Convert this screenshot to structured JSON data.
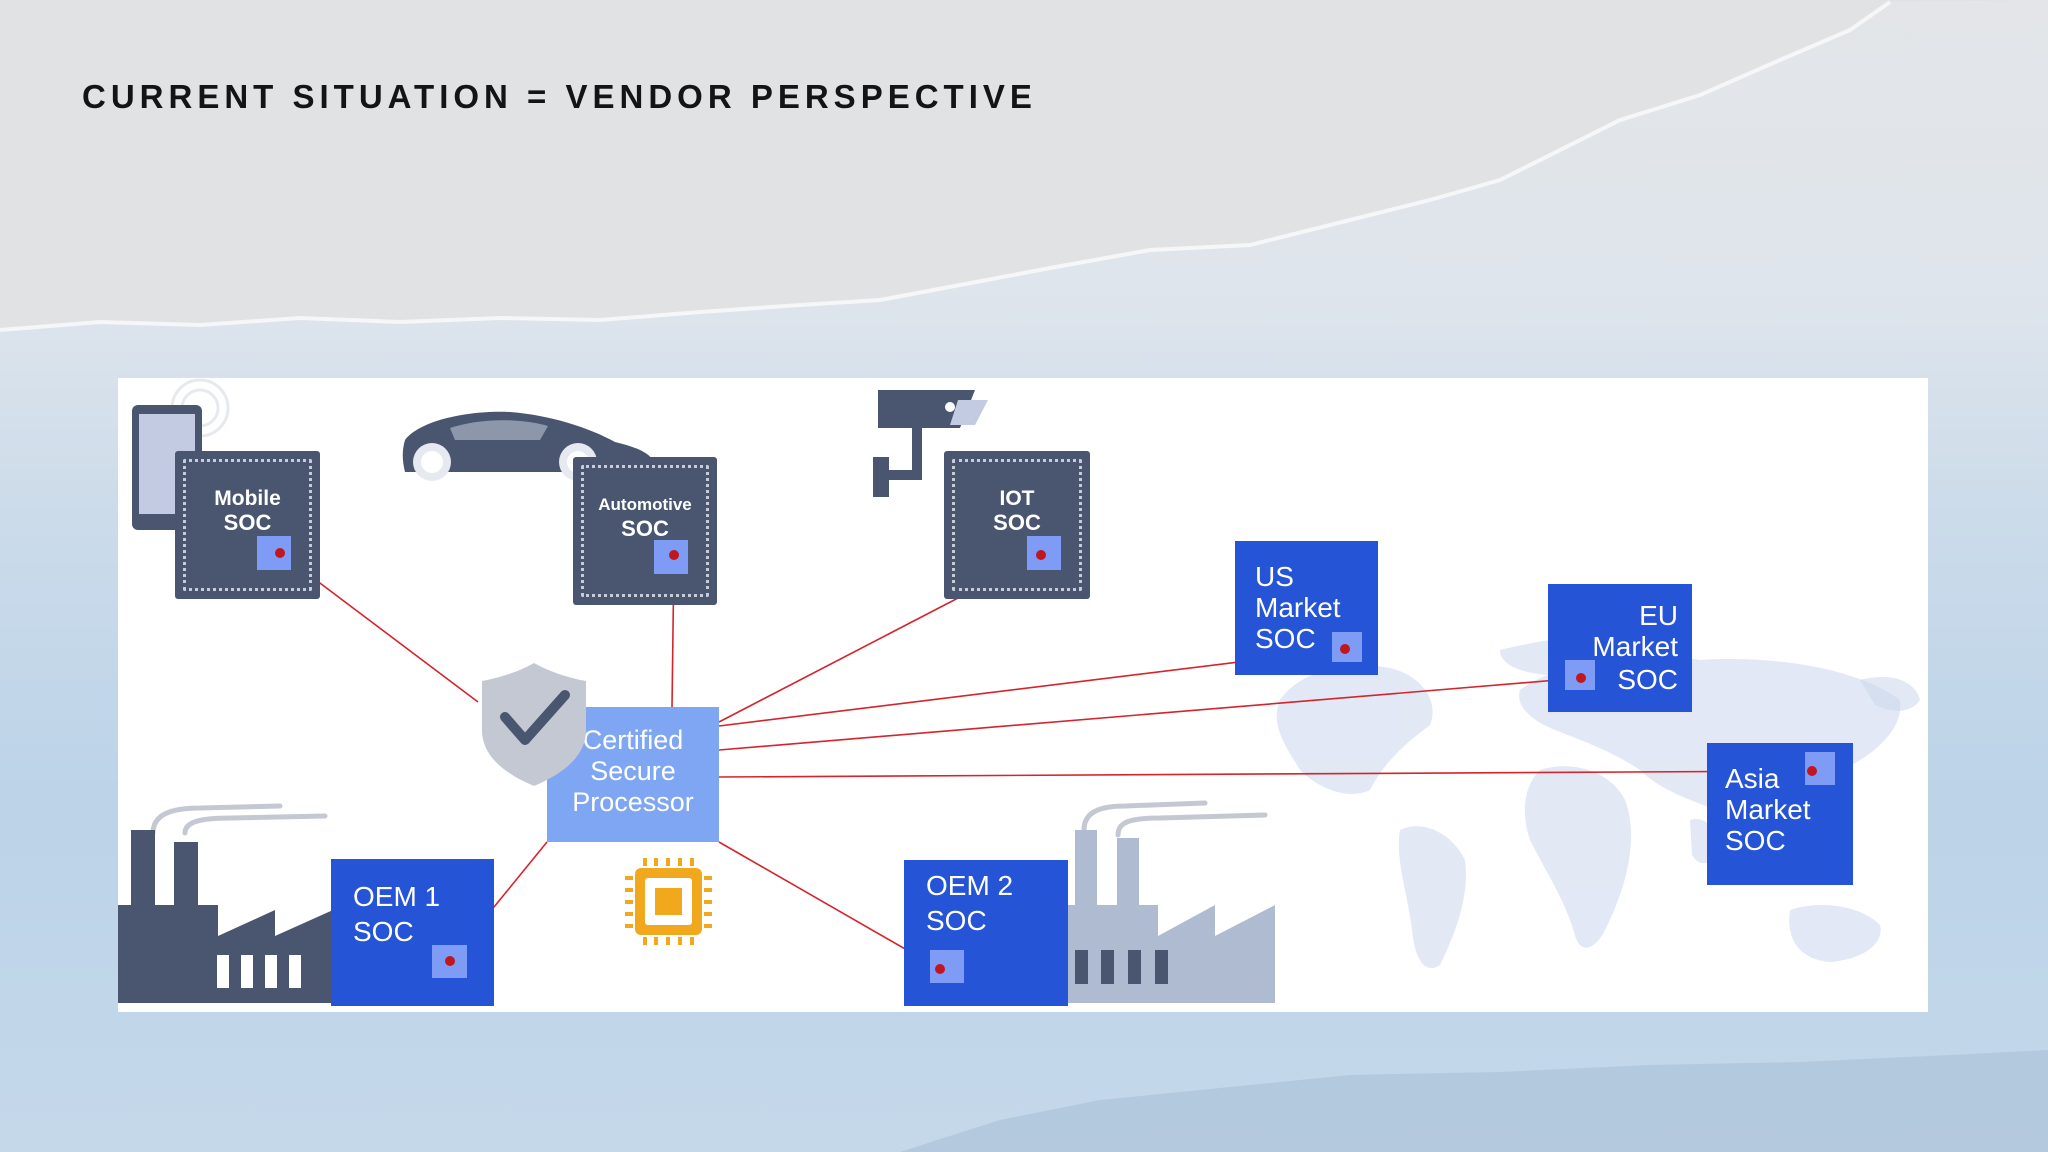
{
  "slide": {
    "title": "CURRENT SITUATION = VENDOR PERSPECTIVE"
  },
  "diagram": {
    "central": {
      "lines": [
        "Certified",
        "Secure",
        "Processor"
      ]
    },
    "chips": [
      {
        "id": "mobile",
        "line1": "Mobile",
        "line2": "SOC"
      },
      {
        "id": "automotive",
        "line1": "Automotive",
        "line2": "SOC"
      },
      {
        "id": "iot",
        "line1": "IOT",
        "line2": "SOC"
      }
    ],
    "markets": [
      {
        "id": "us",
        "lines": [
          "US",
          "Market",
          "SOC"
        ]
      },
      {
        "id": "eu",
        "lines": [
          "EU",
          "Market",
          "SOC"
        ]
      },
      {
        "id": "asia",
        "lines": [
          "Asia",
          "Market",
          "SOC"
        ]
      }
    ],
    "oems": [
      {
        "id": "oem1",
        "lines": [
          "OEM 1",
          "SOC"
        ]
      },
      {
        "id": "oem2",
        "lines": [
          "OEM 2",
          "SOC"
        ]
      }
    ],
    "icons": [
      "phone-icon",
      "car-icon",
      "security-camera-icon",
      "shield-check-icon",
      "processor-chip-icon",
      "factory-icon",
      "world-map"
    ],
    "colors": {
      "chip_dark": "#4a5670",
      "soc_blue": "#2554d6",
      "csp_blue": "#7fa6f3",
      "pin_blue": "#7e9bf5",
      "link_red": "#d4242c",
      "chip_gold": "#f2a81d"
    }
  }
}
